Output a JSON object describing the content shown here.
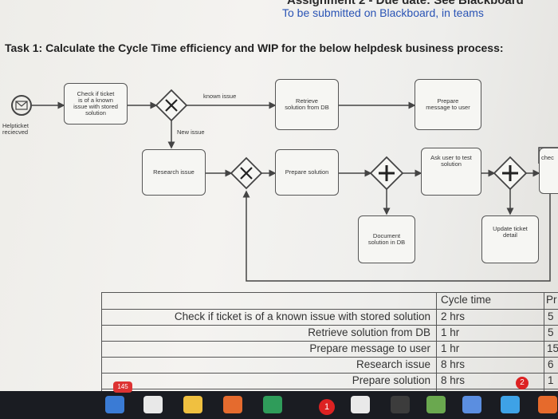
{
  "header": {
    "top_clip": "Assignment 2 - Due date: See Blackboard",
    "submit_note": "To be submitted on Blackboard, in teams"
  },
  "task_title": "Task 1: Calculate the Cycle Time efficiency and WIP for the below helpdesk business process:",
  "diagram": {
    "start_event_label": "Helpticket\nreciecved",
    "check_ticket": "Check if ticket\nis of a known\nissue with stored\nsolution",
    "known_issue": "known issue",
    "new_issue": "New issue",
    "retrieve": "Retrieve\nsolution from DB",
    "prepare_message": "Prepare\nmessage to user",
    "research": "Research issue",
    "prepare_solution": "Prepare solution",
    "ask_user": "Ask user to test\nsolution",
    "document": "Document\nsolution in DB",
    "update_ticket": "Update ticket\ndetail",
    "cut_off": "chec"
  },
  "table": {
    "header": "Cycle time",
    "header_cut": "Pr",
    "rows": [
      {
        "task": "Check if ticket is of a known issue with stored solution",
        "cycle": "2 hrs",
        "cut": "5"
      },
      {
        "task": "Retrieve solution from DB",
        "cycle": "1 hr",
        "cut": "5"
      },
      {
        "task": "Prepare message to user",
        "cycle": "1 hr",
        "cut": "15"
      },
      {
        "task": "Research issue",
        "cycle": "8 hrs",
        "cut": "6"
      },
      {
        "task": "Prepare solution",
        "cycle": "8 hrs",
        "cut": "1"
      }
    ]
  },
  "taskbar": {
    "badge_count": "145",
    "notif_count": "1",
    "app_badge": "2"
  },
  "colors": {
    "link": "#2a54b5",
    "taskbar": "#1a1c22"
  }
}
